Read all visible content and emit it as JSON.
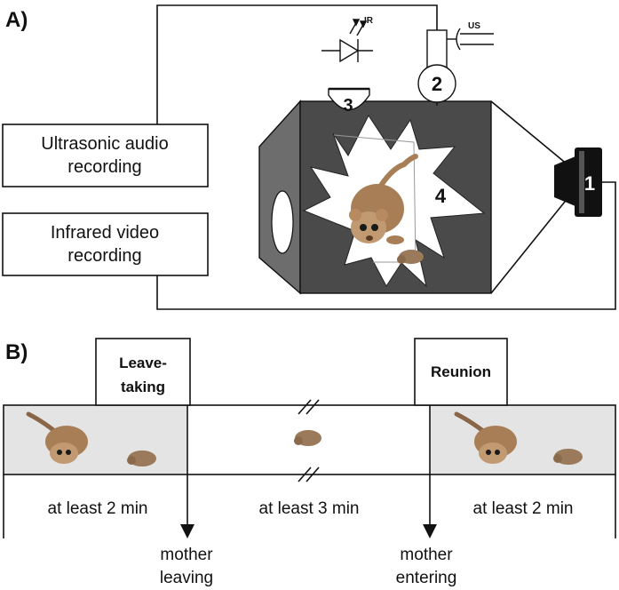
{
  "panel_a": {
    "label": "A)",
    "boxes": {
      "ultrasonic_audio": {
        "line1": "Ultrasonic audio",
        "line2": "recording"
      },
      "infrared_video": {
        "line1": "Infrared video",
        "line2": "recording"
      }
    },
    "components": {
      "speaker": "1",
      "microphone": "2",
      "camera": "3",
      "chamber": "4"
    },
    "ir_label": "IR",
    "us_label": "US"
  },
  "panel_b": {
    "label": "B)",
    "phases": {
      "leave_taking": {
        "line1": "Leave-",
        "line2": "taking"
      },
      "reunion": "Reunion"
    },
    "durations": [
      "at least 2 min",
      "at least 3 min",
      "at least 2 min"
    ],
    "events": {
      "mother_leaving": {
        "line1": "mother",
        "line2": "leaving"
      },
      "mother_entering": {
        "line1": "mother",
        "line2": "entering"
      }
    }
  },
  "colors": {
    "chamber_dark": "#4a4a4a",
    "chamber_mid": "#6d6d6d",
    "timeline_gray": "#e4e4e4",
    "lemur_fur": "#a87e56"
  }
}
